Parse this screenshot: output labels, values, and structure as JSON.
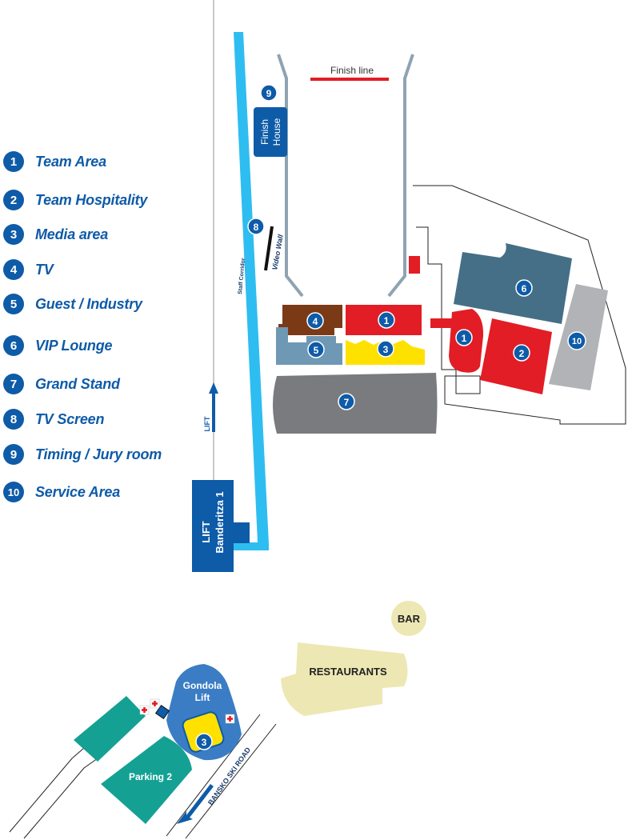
{
  "legend": {
    "items": [
      {
        "num": "1",
        "label": "Team Area"
      },
      {
        "num": "2",
        "label": "Team Hospitality"
      },
      {
        "num": "3",
        "label": "Media area"
      },
      {
        "num": "4",
        "label": "TV"
      },
      {
        "num": "5",
        "label": "Guest / Industry"
      },
      {
        "num": "6",
        "label": "VIP Lounge"
      },
      {
        "num": "7",
        "label": "Grand Stand"
      },
      {
        "num": "8",
        "label": "TV Screen"
      },
      {
        "num": "9",
        "label": "Timing /  Jury room"
      },
      {
        "num": "10",
        "label": "Service Area"
      }
    ]
  },
  "map": {
    "finish_line": "Finish line",
    "finish_house_1": "Finish",
    "finish_house_2": "House",
    "video_wall": "Video Wall",
    "staff_corridor": "Staff Corridor",
    "lift_arrow": "LIFT",
    "lift_box_1": "LIFT",
    "lift_box_2": "Banderitza 1",
    "bar": "BAR",
    "restaurants": "RESTAURANTS",
    "gondola_1": "Gondola",
    "gondola_2": "Lift",
    "parking": "Parking 2",
    "road": "BANSKO SKI ROAD",
    "markers": {
      "m1a": "1",
      "m1b": "1",
      "m2": "2",
      "m3a": "3",
      "m3b": "3",
      "m4": "4",
      "m5": "5",
      "m6": "6",
      "m7": "7",
      "m8": "8",
      "m9": "9",
      "m10": "10"
    }
  },
  "colors": {
    "brand_blue": "#0e5ba8",
    "team_red": "#e21d25",
    "media_yellow": "#ffe100",
    "tv_brown": "#7b3a16",
    "guest_steel": "#6f98b4",
    "vip_slate": "#456f86",
    "stand_grey": "#7a7b7e",
    "service_grey": "#b1b3b6",
    "corridor_cyan": "#2ebdf0",
    "restaurant_beige": "#ede7b4",
    "parking_teal": "#14a193"
  },
  "icons": [
    "map-marker-icon",
    "first-aid-cross-icon",
    "up-arrow-icon",
    "left-arrow-icon"
  ]
}
